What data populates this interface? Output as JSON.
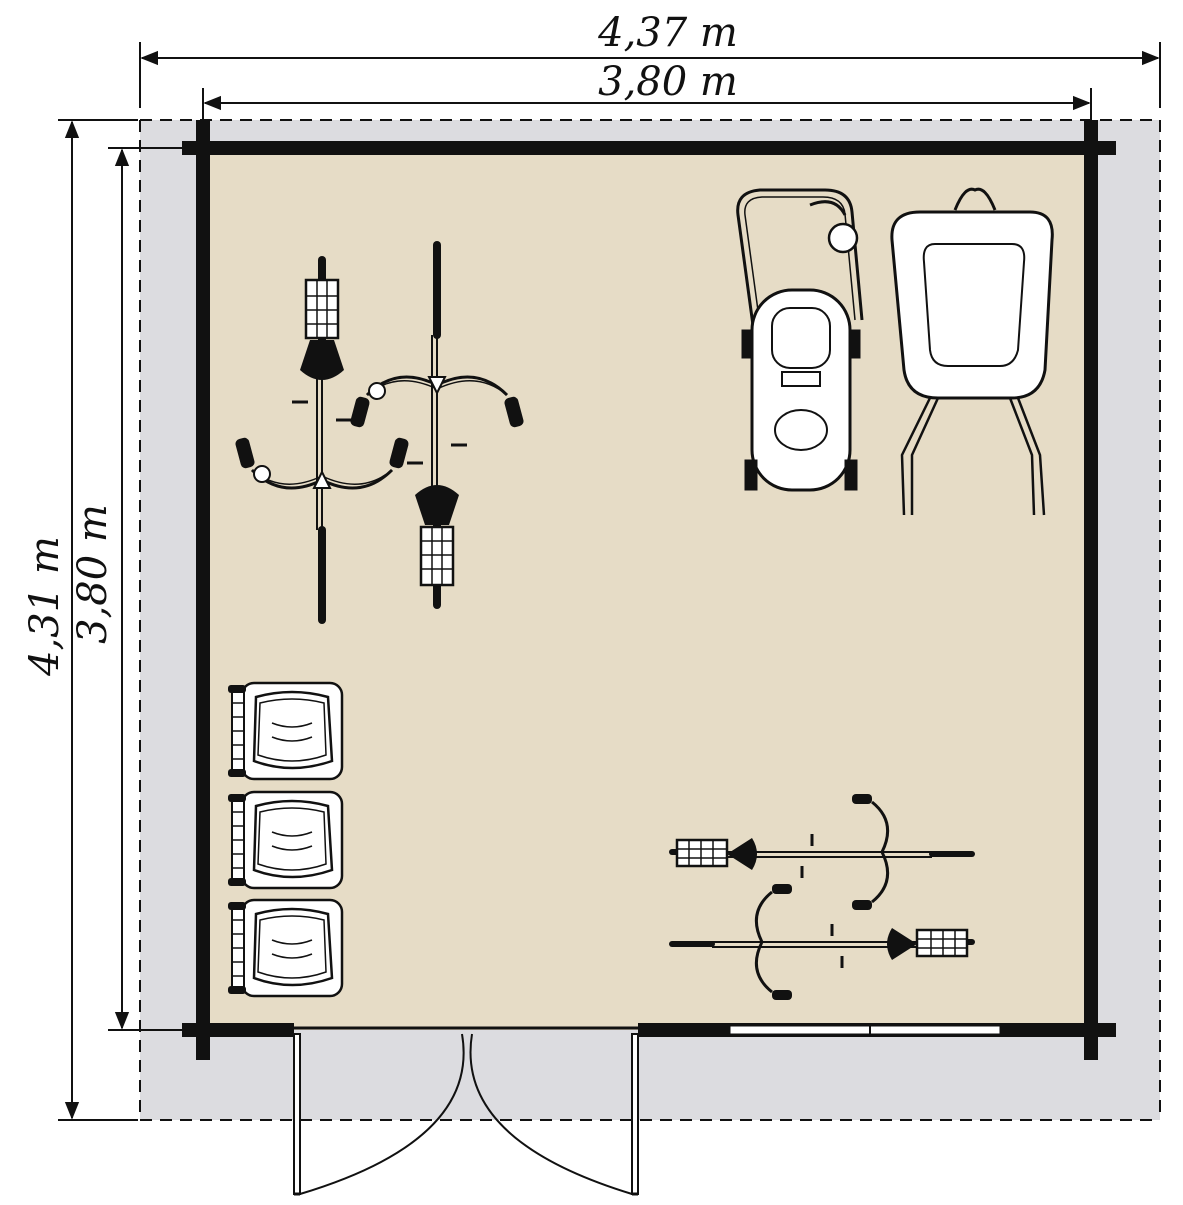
{
  "dimensions": {
    "outer_width": "4,37 m",
    "inner_width": "3,80 m",
    "outer_depth": "4,31 m",
    "inner_depth": "3,80 m"
  },
  "colors": {
    "overhang": "#dcdce0",
    "floor": "#e6dcc6",
    "line": "#111111"
  },
  "objects": [
    "bicycle-icon",
    "bicycle-icon",
    "lawn-mower-icon",
    "wheelbarrow-icon",
    "garden-chair-icon",
    "garden-chair-icon",
    "garden-chair-icon",
    "bicycle-icon",
    "bicycle-icon",
    "double-door-icon",
    "window-icon"
  ]
}
